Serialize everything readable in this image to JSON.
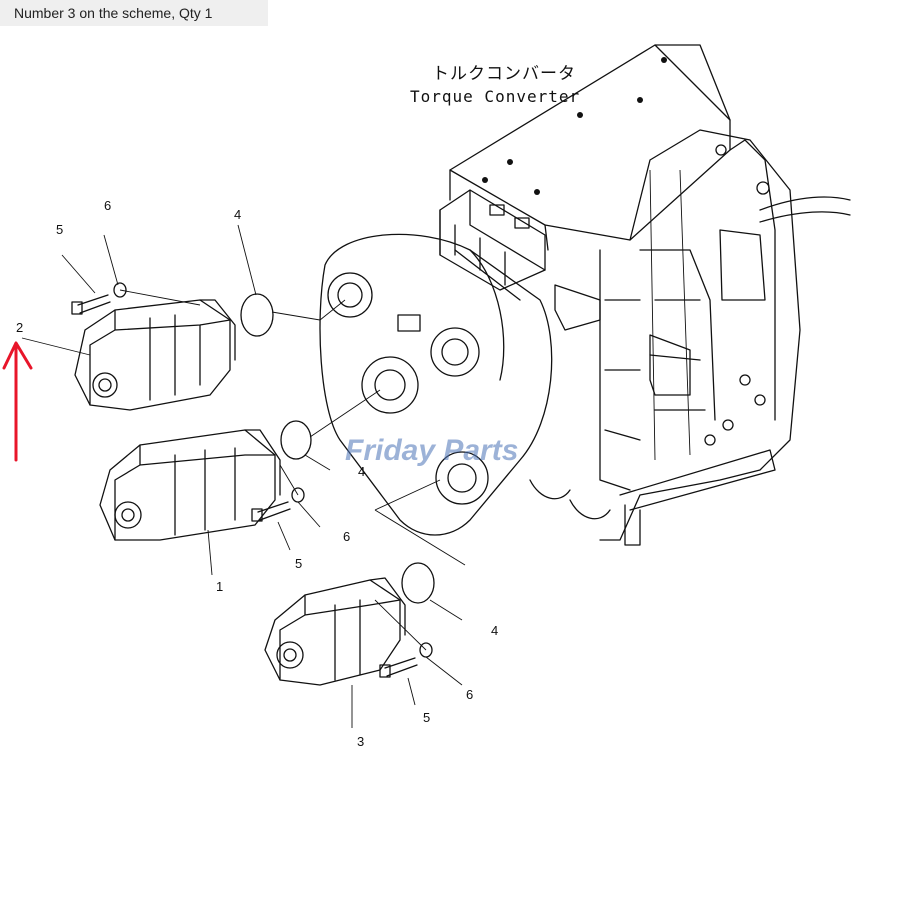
{
  "header": {
    "caption": "Number 3 on the scheme, Qty 1"
  },
  "diagram": {
    "title_jp": "トルクコンバータ",
    "title_en": "Torque Converter",
    "watermark": "Friday Parts",
    "arrow_color": "#e8152a",
    "watermark_color": "#4d74b7",
    "callouts": {
      "c_2": "2",
      "c_5a": "5",
      "c_6a": "6",
      "c_4a": "4",
      "c_4b": "4",
      "c_1": "1",
      "c_5b": "5",
      "c_6b": "6",
      "c_4c": "4",
      "c_6c": "6",
      "c_5c": "5",
      "c_3": "3"
    }
  }
}
